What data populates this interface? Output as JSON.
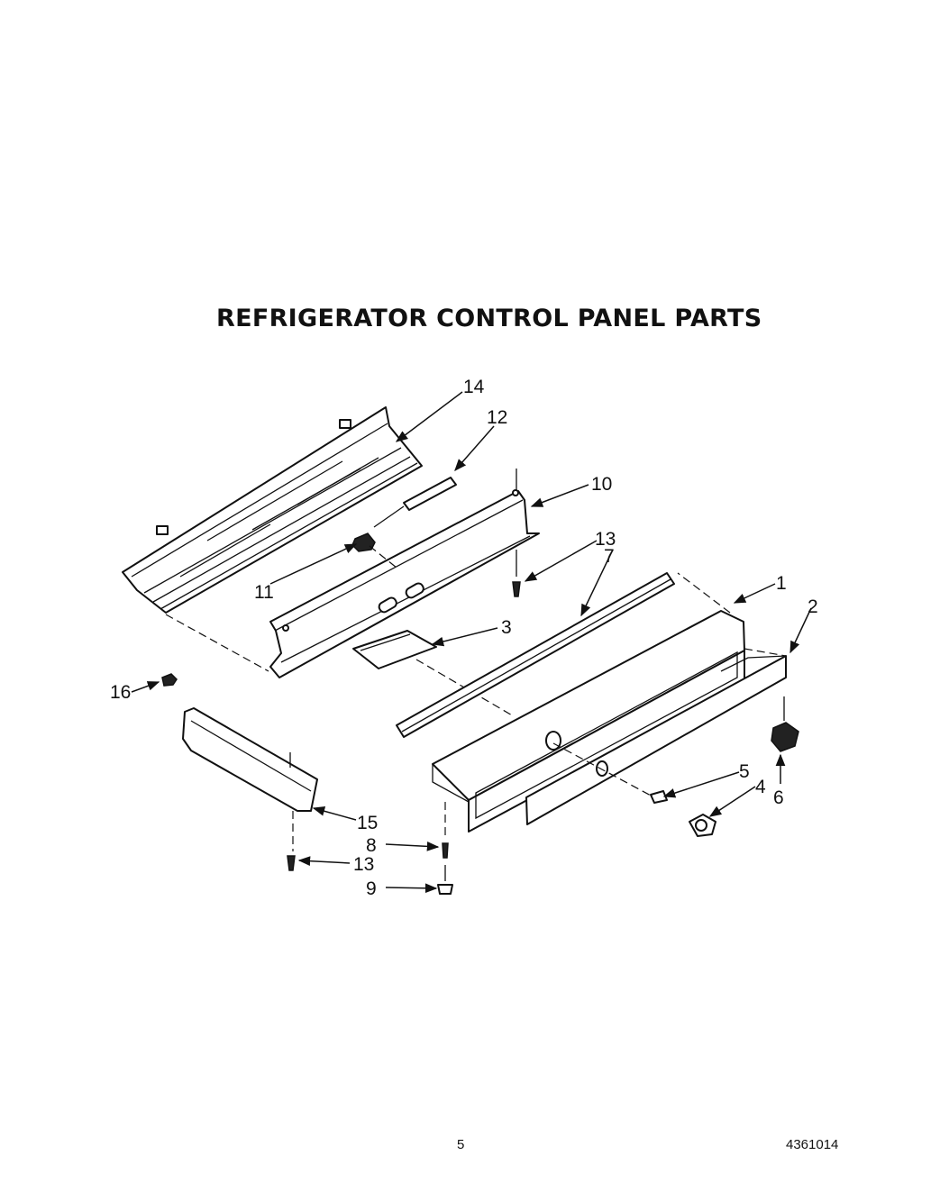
{
  "title": "REFRIGERATOR CONTROL PANEL PARTS",
  "footer": {
    "page_number": "5",
    "document_number": "4361014"
  },
  "callouts": {
    "c1": "1",
    "c2": "2",
    "c3": "3",
    "c4": "4",
    "c5": "5",
    "c6": "6",
    "c7": "7",
    "c8": "8",
    "c9": "9",
    "c10": "10",
    "c11": "11",
    "c12": "12",
    "c13a": "13",
    "c13b": "13",
    "c14": "14",
    "c15": "15",
    "c16": "16"
  }
}
